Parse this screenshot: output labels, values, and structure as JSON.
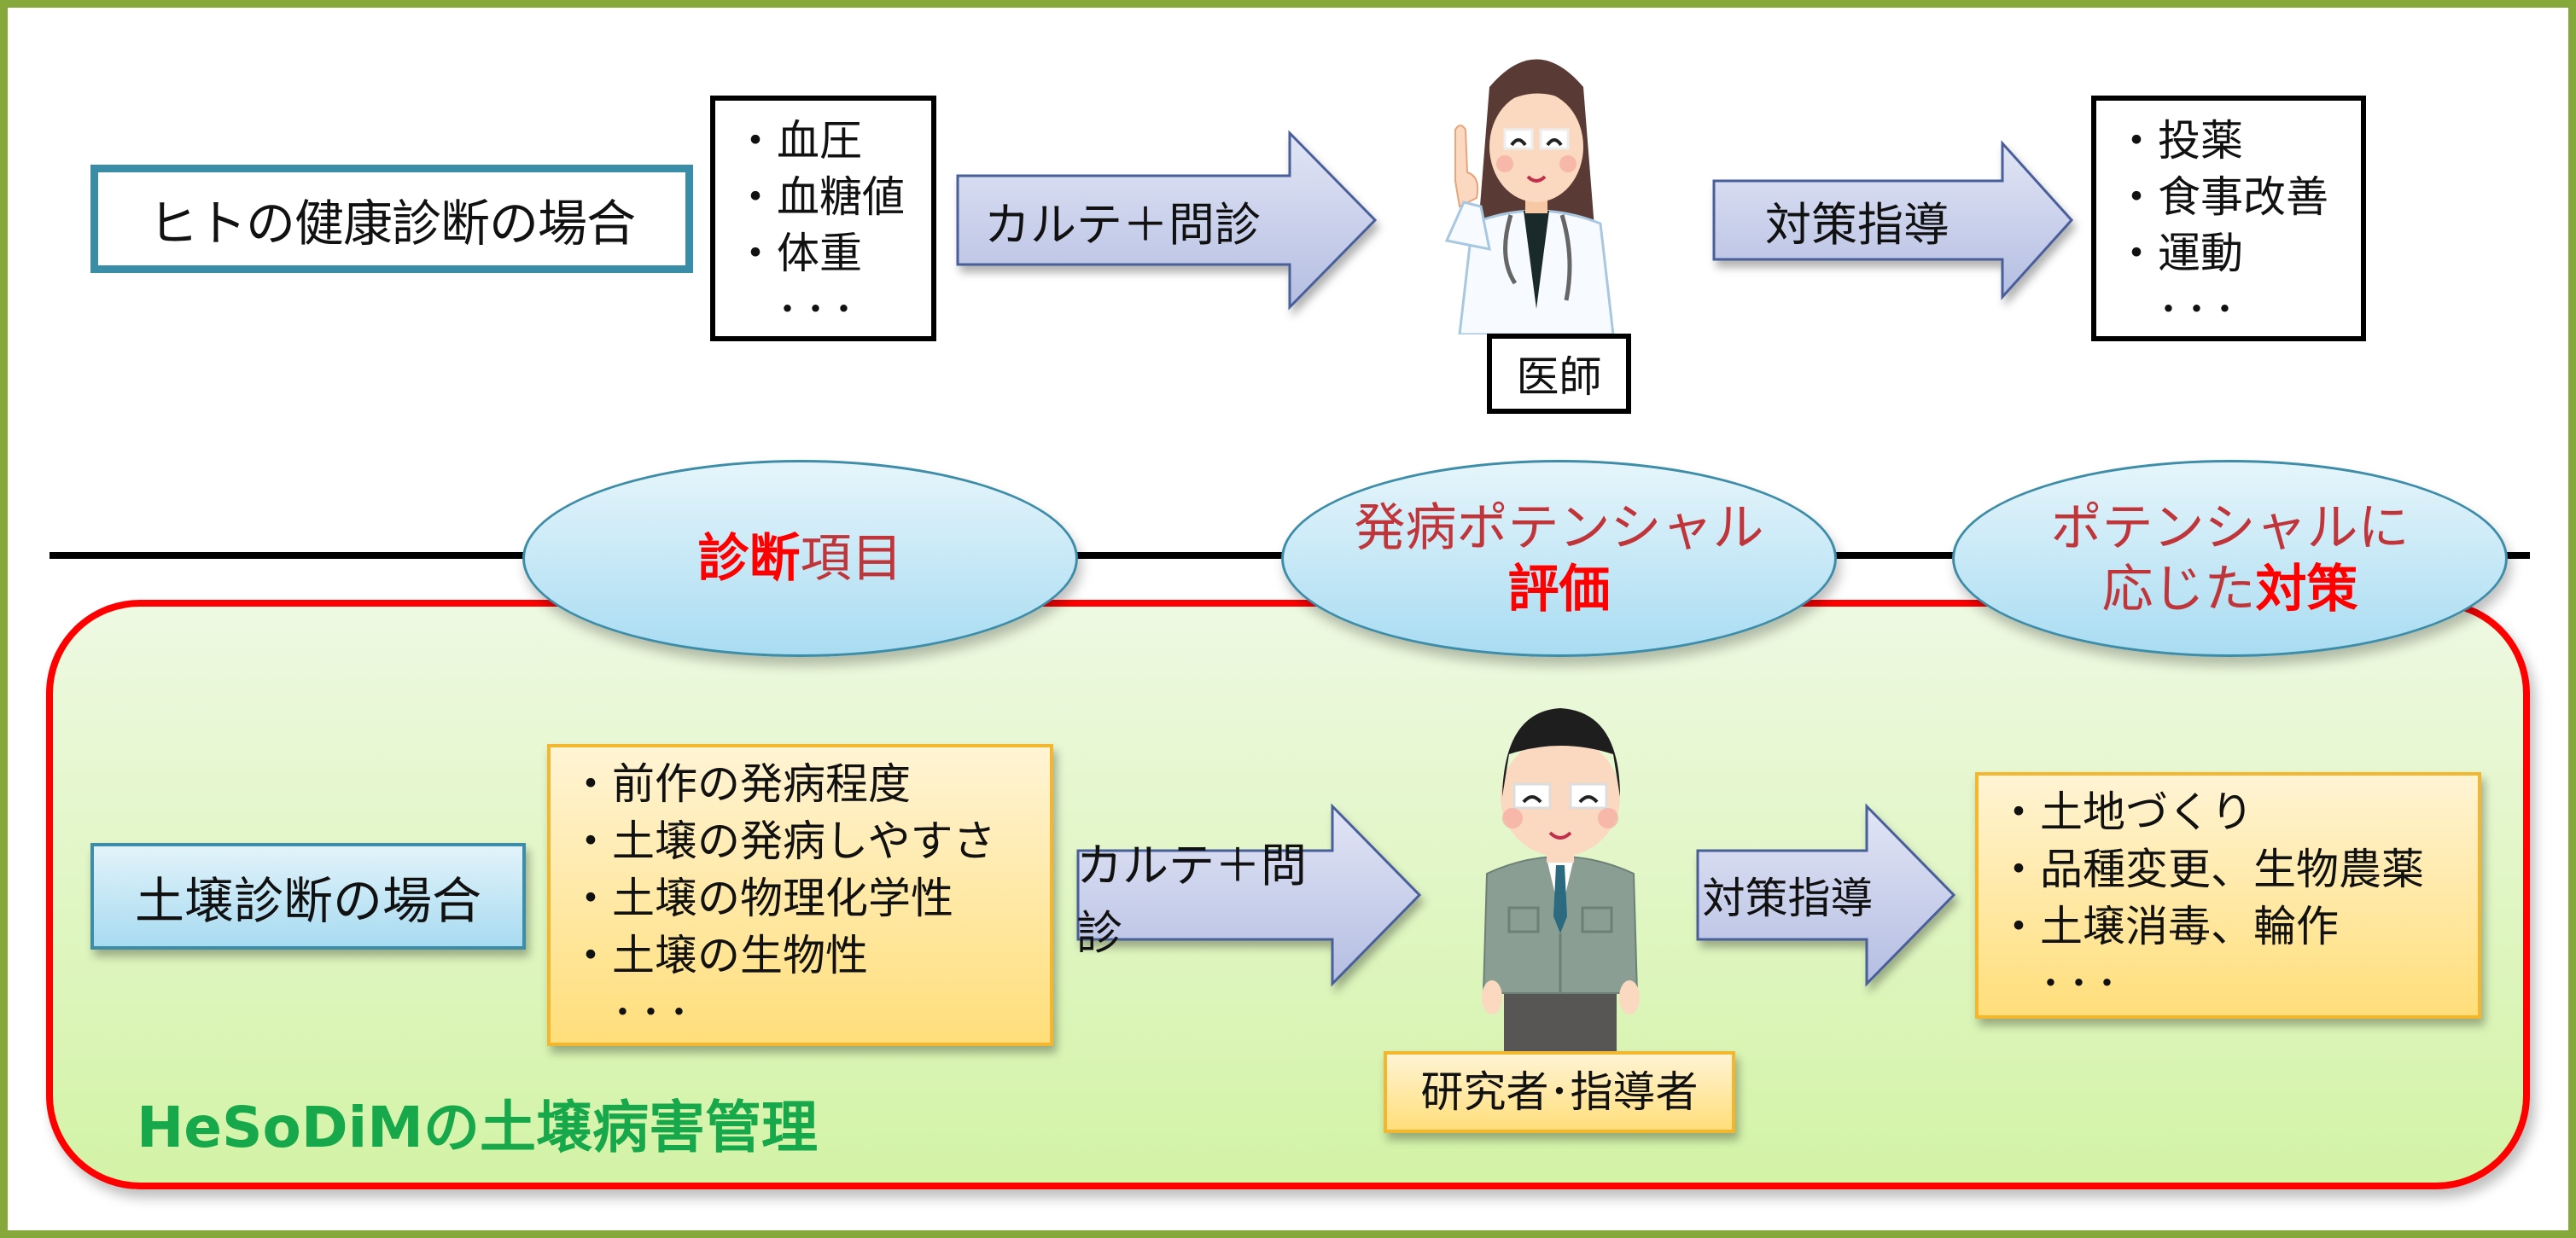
{
  "colors": {
    "frame": "#86A83A",
    "accent_red": "#FF0000",
    "ellipse_text": "#C0353A",
    "green_title": "#16A84A",
    "title_border": "#3A8DA7",
    "yellow_border": "#F2B72E"
  },
  "human": {
    "title": "ヒトの健康診断の場合",
    "items": [
      "血圧",
      "血糖値",
      "体重"
    ],
    "items_more": "･･･",
    "arrow1_label": "カルテ＋問診",
    "person_label": "医師",
    "arrow2_label": "対策指導",
    "actions": [
      "投薬",
      "食事改善",
      "運動"
    ],
    "actions_more": "･･･"
  },
  "stages": [
    {
      "strong": "診断",
      "rest": "項目",
      "line1": "",
      "line2_pre": "",
      "line2_strong": ""
    },
    {
      "line1": "発病ポテンシャル",
      "line2_strong": "評価"
    },
    {
      "line1": "ポテンシャルに",
      "line2_pre": "応じた",
      "line2_strong": "対策"
    }
  ],
  "soil": {
    "title": "土壌診断の場合",
    "items": [
      "前作の発病程度",
      "土壌の発病しやすさ",
      "土壌の物理化学性",
      "土壌の生物性"
    ],
    "items_more": "･･･",
    "arrow1_label": "カルテ＋問診",
    "person_label": "研究者･指導者",
    "arrow2_label": "対策指導",
    "actions": [
      "土地づくり",
      "品種変更、生物農薬",
      "土壌消毒、輪作"
    ],
    "actions_more": "･･･",
    "section_title": "HeSoDiMの土壌病害管理"
  }
}
